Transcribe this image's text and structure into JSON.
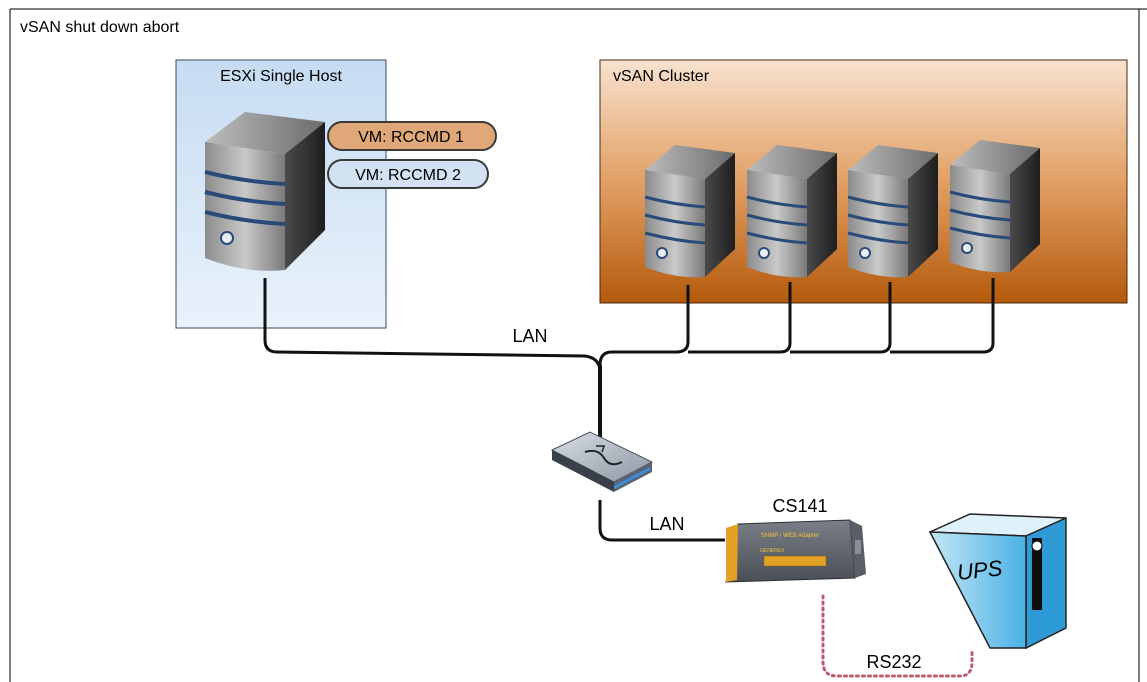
{
  "diagram": {
    "title": "vSAN shut down abort",
    "esxi_host": {
      "title": "ESXi Single Host",
      "vms": [
        "VM: RCCMD 1",
        "VM: RCCMD 2"
      ]
    },
    "vsan_cluster": {
      "title": "vSAN Cluster",
      "server_count": 4
    },
    "connections": {
      "lan_top": "LAN",
      "lan_bottom": "LAN",
      "serial": "RS232"
    },
    "adapter": {
      "name": "CS141",
      "panel_text": "SNMP / WEB Adapter",
      "panel_subtext": "GENEREX"
    },
    "ups": {
      "label": "UPS"
    },
    "colors": {
      "esxi_fill_top": "#c6dcf2",
      "esxi_fill_bottom": "#e9f2fb",
      "cluster_fill_top": "#f6ddc6",
      "cluster_fill_bottom": "#b85d0d",
      "vm1_fill": "#e0a878",
      "vm2_fill": "#d2e2f3",
      "serial_line": "#c05a70",
      "ups_blue": "#3aa9e0"
    }
  }
}
